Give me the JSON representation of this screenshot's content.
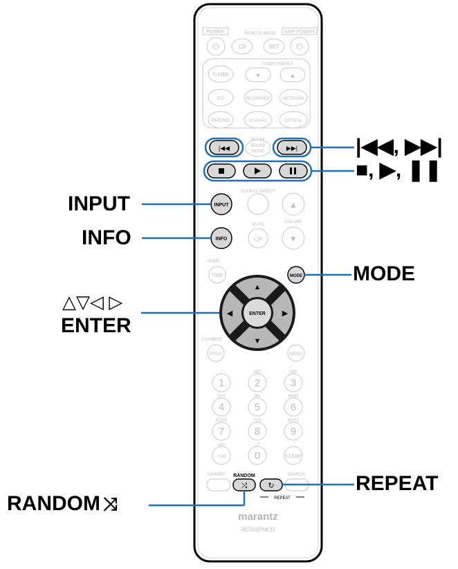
{
  "remote": {
    "brand": "marantz",
    "model": "RC001PMCD",
    "row1": {
      "label_left": "POWER",
      "label_mode": "REMOTE MODE",
      "label_right": "AMP POWER",
      "cd": "CD",
      "net": "NET"
    },
    "tuner_preset": "TUNER PRESET",
    "sources": {
      "tuner": "TUNER",
      "cd": "CD",
      "recorder": "RECORDER",
      "network": "NETWORK",
      "phono": "PHONO",
      "coaxial": "COAXIAL",
      "optical": "OPTICAL"
    },
    "mdax": "M-DAX",
    "sound_mode_1": "SOUND",
    "sound_mode_2": "MODE",
    "source_direct": "SOURCE DIRECT",
    "input": "INPUT",
    "info": "INFO",
    "mute": "MUTE",
    "volume": "VOLUME",
    "home": "HOME",
    "time": "TIME",
    "mode": "MODE",
    "enter": "ENTER",
    "favorite": "FAVORITE",
    "prog": "PROG",
    "menu": "MENU",
    "keypad": [
      {
        "sub": "./",
        "num": "1"
      },
      {
        "sub": "ABC",
        "num": "2"
      },
      {
        "sub": "DEF",
        "num": "3"
      },
      {
        "sub": "GHI",
        "num": "4"
      },
      {
        "sub": "JKL",
        "num": "5"
      },
      {
        "sub": "MNO",
        "num": "6"
      },
      {
        "sub": "PQRS",
        "num": "7"
      },
      {
        "sub": "TUV",
        "num": "8"
      },
      {
        "sub": "WXYZ",
        "num": "9"
      },
      {
        "sub": "a/A",
        "num": "+10"
      },
      {
        "sub": "␣/*",
        "num": "0"
      },
      {
        "sub": "",
        "num": "CLEAR"
      }
    ],
    "dimmer": "DIMMER",
    "random": "RANDOM",
    "search": "SEARCH",
    "repeat": "REPEAT"
  },
  "callouts": {
    "skip": "|◀◀, ▶▶|",
    "transport": "■, ▶, ❚❚",
    "input": "INPUT",
    "info": "INFO",
    "mode": "MODE",
    "cursor": "△▽◁ ▷",
    "enter": "ENTER",
    "repeat": "REPEAT",
    "random": "RANDOM"
  },
  "colors": {
    "leader": "#1f6fb8",
    "highlight_fill": "#d8d8d8",
    "faded": "#c7c7c7",
    "faded_text": "#bdbdbd",
    "dpad": "#1a1a1a"
  }
}
